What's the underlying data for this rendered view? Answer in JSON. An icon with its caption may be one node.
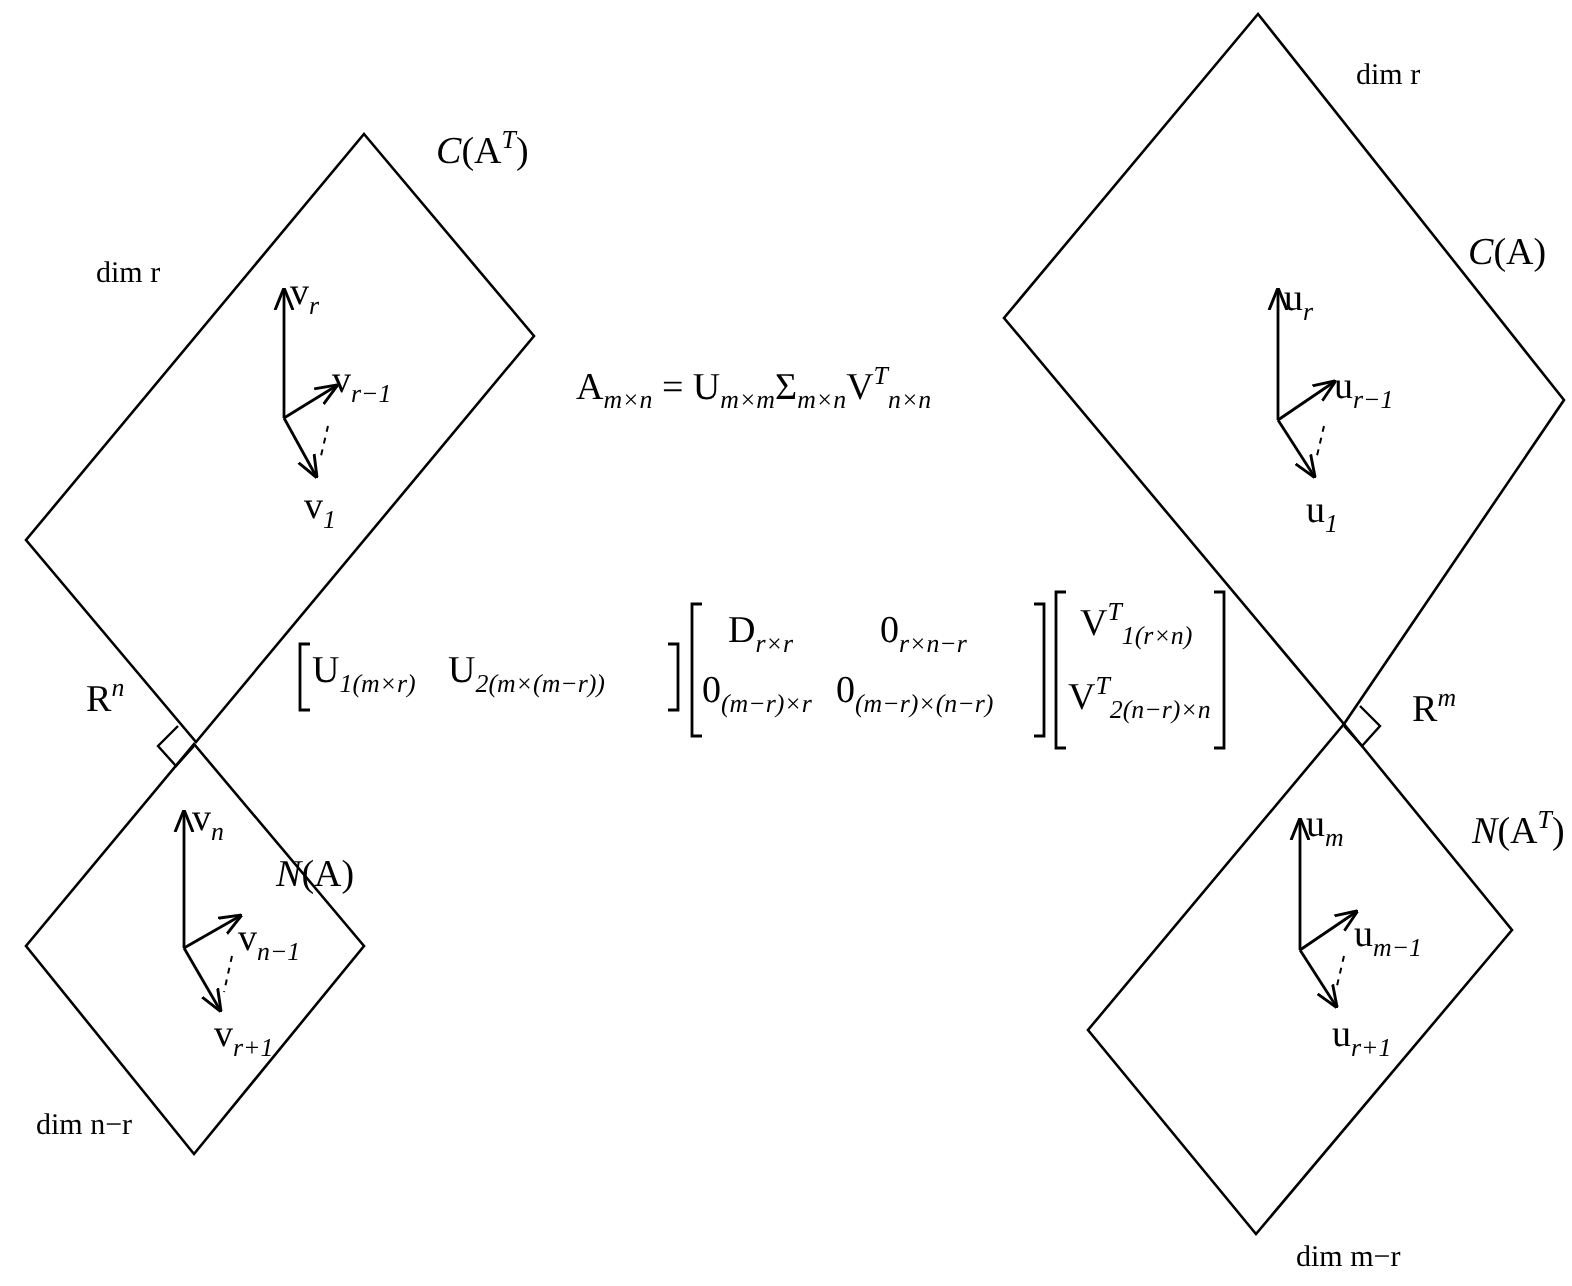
{
  "diagram": {
    "nodes": [
      {
        "text": [
          "*C*(A$^{T}$)"
        ],
        "beside": [
          "dim r"
        ]
      },
      {
        "text": [
          "*N*(A)"
        ],
        "beside": [
          "dim n−r"
        ]
      },
      {
        "text": [
          "*C*(A)"
        ],
        "beside": [
          "dim r"
        ]
      },
      {
        "text": [
          "*N*(A$^{T}$)"
        ],
        "beside": [
          "dim m−r"
        ]
      }
    ],
    "edges": [],
    "labels": [
      "R$^{n}$",
      "v$_{r}$",
      "v$_{r−1}$",
      "v$_{1}$",
      "v$_{n}$",
      "v$_{n−1}$",
      "v$_{r+1}$",
      "A$_{m×n}$ = U$_{m×m}$Σ$_{m×n}$V$^{T}$$_{n×n}$",
      "U$_{1(m×r)}$",
      "U$_{2(m×(m−r))}$",
      "D$_{r×r}$",
      "0$_{r×n−r}$",
      "0$_{(m−r)×r}$",
      "0$_{(m−r)×(n−r)}$",
      "V$^{T}$$_{1(r×n)}$",
      "V$^{T}$$_{2(n−r)×n}$",
      "u$_{r}$",
      "u$_{r−1}$",
      "u$_{1}$",
      "R$^{m}$",
      "u$_{m}$",
      "u$_{m−1}$",
      "u$_{r+1}$"
    ]
  }
}
